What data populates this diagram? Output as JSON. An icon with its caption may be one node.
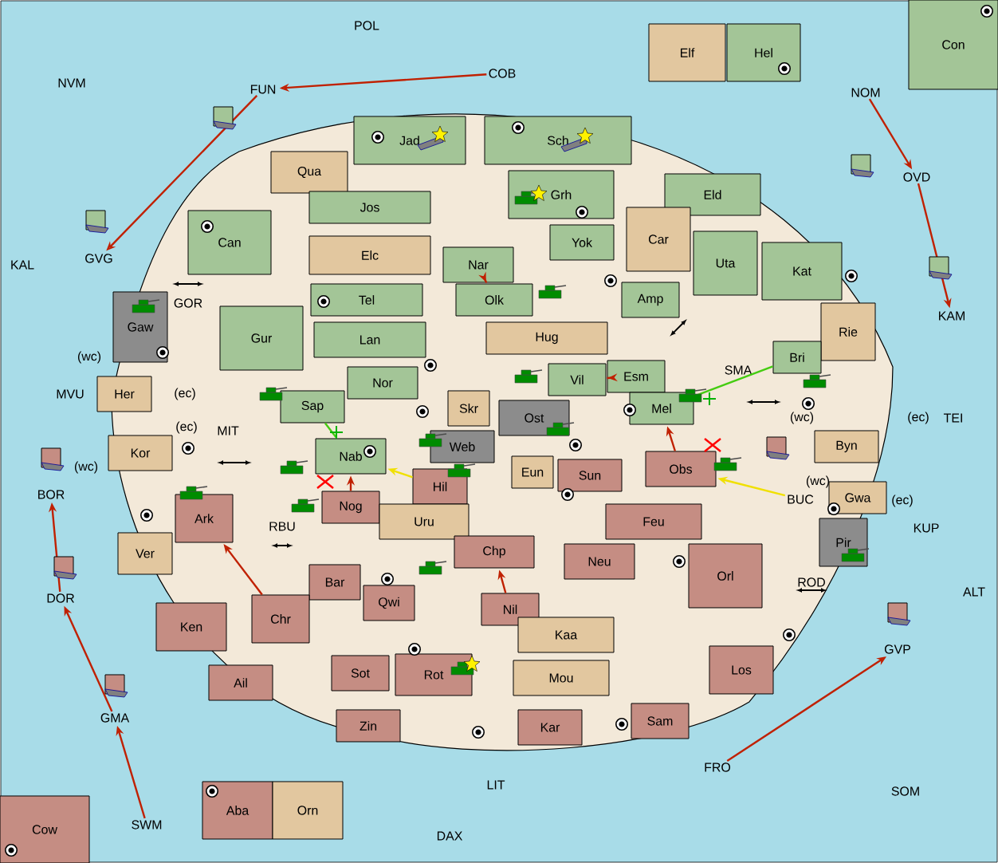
{
  "diagram": {
    "nodes": [
      {
        "text": [
          "POL"
        ]
      },
      {
        "text": [
          "Elf"
        ]
      },
      {
        "text": [
          "Hel"
        ]
      },
      {
        "text": [
          "Con"
        ]
      },
      {
        "text": [
          "NVM"
        ]
      },
      {
        "text": [
          "FUN"
        ]
      },
      {
        "text": [
          "COB"
        ]
      },
      {
        "text": [
          "NOM"
        ]
      },
      {
        "text": [
          "Jad"
        ]
      },
      {
        "text": [
          "Sch"
        ]
      },
      {
        "text": [
          "Qua"
        ]
      },
      {
        "text": [
          "OVD"
        ]
      },
      {
        "text": [
          "Jos"
        ]
      },
      {
        "text": [
          "Grh"
        ]
      },
      {
        "text": [
          "Eld"
        ]
      },
      {
        "text": [
          "Can"
        ]
      },
      {
        "text": [
          "Elc"
        ]
      },
      {
        "text": [
          "Car"
        ]
      },
      {
        "text": [
          "Yok"
        ]
      },
      {
        "text": [
          "Nar"
        ]
      },
      {
        "text": [
          "Uta"
        ]
      },
      {
        "text": [
          "Kat"
        ]
      },
      {
        "text": [
          "Amp"
        ]
      },
      {
        "text": [
          "Tel"
        ]
      },
      {
        "text": [
          "Olk"
        ]
      },
      {
        "text": [
          "KAM"
        ]
      },
      {
        "text": [
          "KAL"
        ]
      },
      {
        "text": [
          "GVG"
        ]
      },
      {
        "text": [
          "GOR"
        ]
      },
      {
        "text": [
          "Gur"
        ]
      },
      {
        "text": [
          "Lan"
        ]
      },
      {
        "text": [
          "Hug"
        ]
      },
      {
        "text": [
          "Rie"
        ]
      },
      {
        "text": [
          "Gaw"
        ]
      },
      {
        "text": [
          "SMA"
        ]
      },
      {
        "text": [
          "Bri"
        ]
      },
      {
        "text": [
          "Esm"
        ]
      },
      {
        "text": [
          "Vil"
        ]
      },
      {
        "text": [
          "Nor"
        ]
      },
      {
        "text": [
          "Her"
        ]
      },
      {
        "text": [
          "MVU"
        ]
      },
      {
        "text": [
          "Sap"
        ]
      },
      {
        "text": [
          "Skr"
        ]
      },
      {
        "text": [
          "Ost"
        ]
      },
      {
        "text": [
          "Mel"
        ]
      },
      {
        "text": [
          "Web"
        ]
      },
      {
        "text": [
          "Kor"
        ]
      },
      {
        "text": [
          "MIT"
        ]
      },
      {
        "text": [
          "Nab"
        ]
      },
      {
        "text": [
          "Byn"
        ]
      },
      {
        "text": [
          "TEI"
        ]
      },
      {
        "text": [
          "Eun"
        ]
      },
      {
        "text": [
          "Sun"
        ]
      },
      {
        "text": [
          "Obs"
        ]
      },
      {
        "text": [
          "Hil"
        ]
      },
      {
        "text": [
          "BOR"
        ]
      },
      {
        "text": [
          "Nog"
        ]
      },
      {
        "text": [
          "Gwa"
        ]
      },
      {
        "text": [
          "BUC"
        ]
      },
      {
        "text": [
          "Ark"
        ]
      },
      {
        "text": [
          "RBU"
        ]
      },
      {
        "text": [
          "Uru"
        ]
      },
      {
        "text": [
          "Feu"
        ]
      },
      {
        "text": [
          "Pir"
        ]
      },
      {
        "text": [
          "KUP"
        ]
      },
      {
        "text": [
          "Ver"
        ]
      },
      {
        "text": [
          "Chp"
        ]
      },
      {
        "text": [
          "Neu"
        ]
      },
      {
        "text": [
          "Orl"
        ]
      },
      {
        "text": [
          "ROD"
        ]
      },
      {
        "text": [
          "Bar"
        ]
      },
      {
        "text": [
          "Qwi"
        ]
      },
      {
        "text": [
          "Nil"
        ]
      },
      {
        "text": [
          "ALT"
        ]
      },
      {
        "text": [
          "DOR"
        ]
      },
      {
        "text": [
          "Ken"
        ]
      },
      {
        "text": [
          "Chr"
        ]
      },
      {
        "text": [
          "Kaa"
        ]
      },
      {
        "text": [
          "GVP"
        ]
      },
      {
        "text": [
          "Ail"
        ]
      },
      {
        "text": [
          "Sot"
        ]
      },
      {
        "text": [
          "Rot"
        ]
      },
      {
        "text": [
          "Mou"
        ]
      },
      {
        "text": [
          "Los"
        ]
      },
      {
        "text": [
          "GMA"
        ]
      },
      {
        "text": [
          "Zin"
        ]
      },
      {
        "text": [
          "Kar"
        ]
      },
      {
        "text": [
          "Sam"
        ]
      },
      {
        "text": [
          "FRO"
        ]
      },
      {
        "text": [
          "LIT"
        ]
      },
      {
        "text": [
          "SOM"
        ]
      },
      {
        "text": [
          "SWM"
        ]
      },
      {
        "text": [
          "Aba"
        ]
      },
      {
        "text": [
          "Orn"
        ]
      },
      {
        "text": [
          "DAX"
        ]
      },
      {
        "text": [
          "Cow"
        ]
      }
    ],
    "edges": [
      {
        "from": 6,
        "to": 5,
        "arrow": "to"
      },
      {
        "from": 5,
        "to": 27,
        "arrow": "to"
      },
      {
        "from": 7,
        "to": 11,
        "arrow": "to"
      },
      {
        "from": 11,
        "to": 25,
        "arrow": "to"
      },
      {
        "from": 91,
        "to": 84,
        "arrow": "to"
      },
      {
        "from": 84,
        "to": 74,
        "arrow": "to"
      },
      {
        "from": 74,
        "to": 55,
        "arrow": "to"
      },
      {
        "from": 88,
        "to": 78,
        "arrow": "to"
      },
      {
        "from": 76,
        "to": 59,
        "arrow": "to"
      },
      {
        "from": 72,
        "to": 66,
        "arrow": "to"
      },
      {
        "from": 19,
        "to": 24,
        "arrow": "to"
      },
      {
        "from": 36,
        "to": 37,
        "arrow": "to"
      },
      {
        "from": 53,
        "to": 44,
        "arrow": "to"
      },
      {
        "from": 56,
        "to": 48,
        "arrow": "to"
      },
      {
        "from": 58,
        "to": 53,
        "arrow": "to",
        "color": "#f0e000"
      },
      {
        "from": 54,
        "to": 48,
        "arrow": "to",
        "color": "#f0e000"
      },
      {
        "from": 35,
        "to": 44,
        "arrow": "none",
        "color": "#44cc11"
      },
      {
        "from": 41,
        "to": 48,
        "arrow": "none",
        "color": "#44cc11"
      }
    ],
    "labels": [
      "(wc)",
      "(ec)",
      "(ec)",
      "(wc)",
      "(wc)",
      "(ec)",
      "(wc)",
      "(ec)"
    ]
  }
}
